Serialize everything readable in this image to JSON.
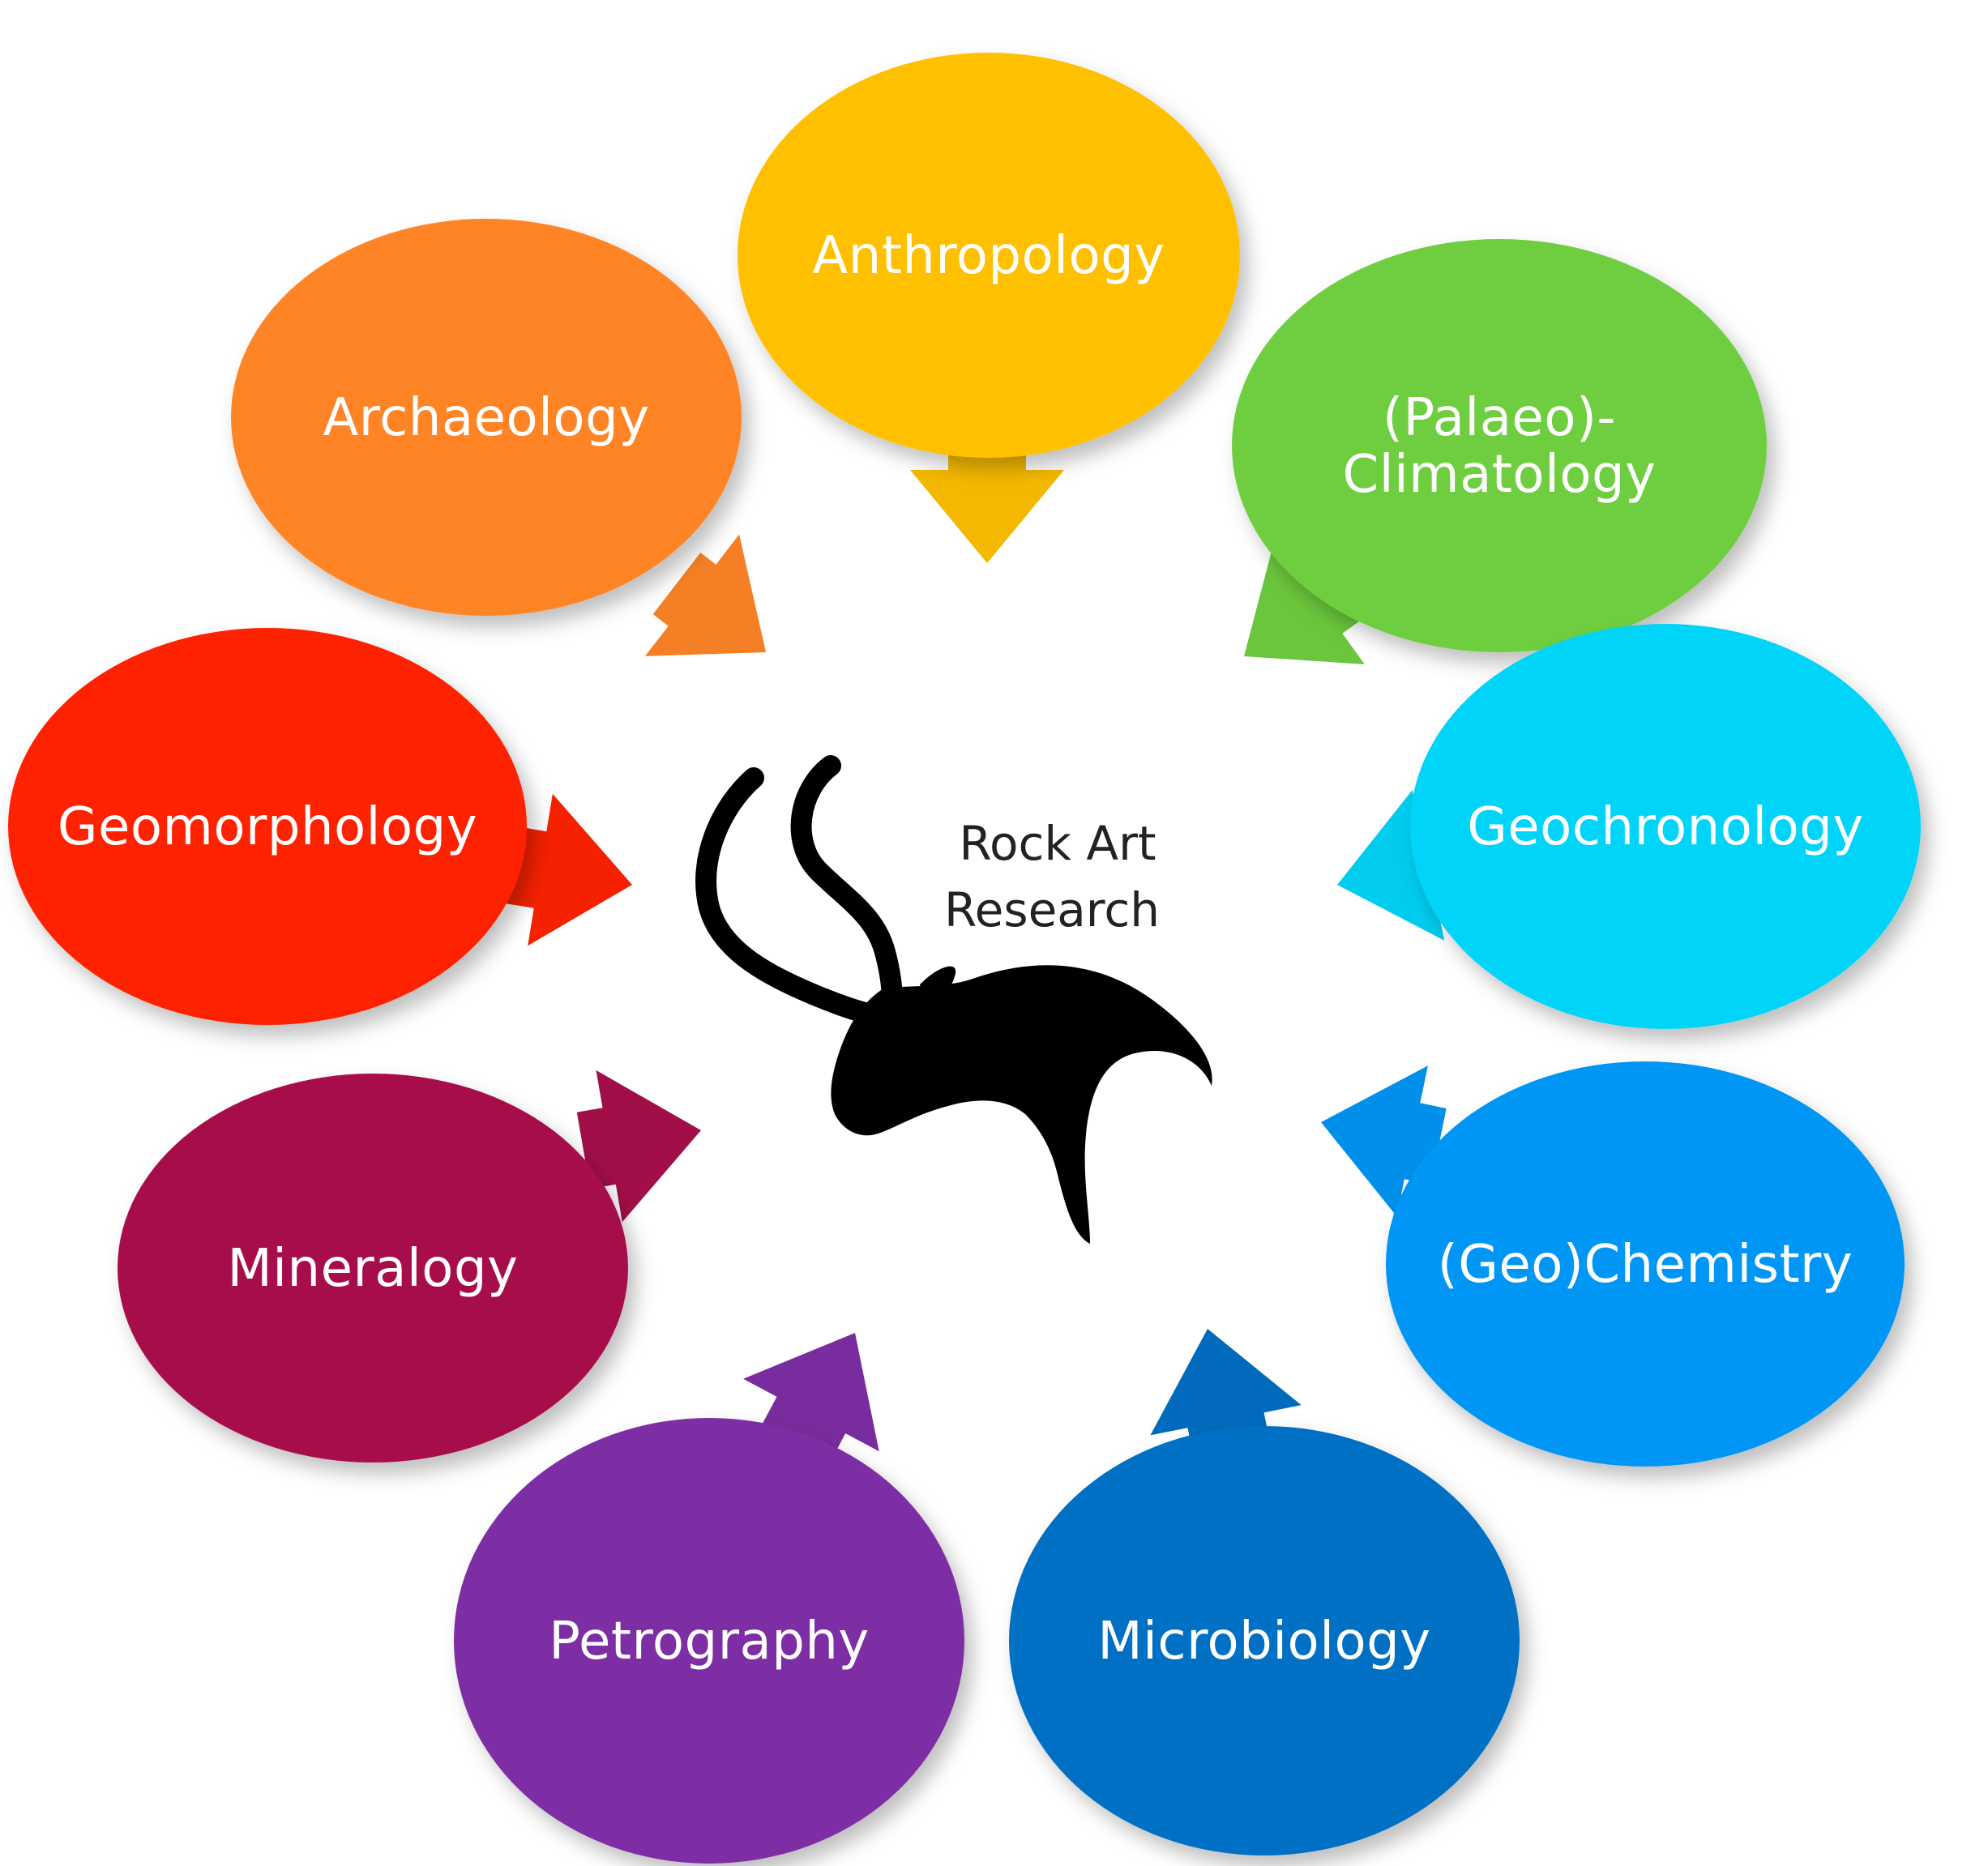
{
  "center": {
    "lines": [
      "Rock Art",
      "Research"
    ],
    "icon": "antelope-head-silhouette-icon",
    "icon_color": "#000000"
  },
  "nodes": [
    {
      "id": "anthropology",
      "lines": [
        "Anthropology"
      ],
      "color": "#FFC000"
    },
    {
      "id": "palaeo-climatology",
      "lines": [
        "(Palaeo)-",
        "Climatology"
      ],
      "color": "#6ECE3F"
    },
    {
      "id": "geochronology",
      "lines": [
        "Geochronology"
      ],
      "color": "#00D4F8"
    },
    {
      "id": "geochemistry",
      "lines": [
        "(Geo)Chemistry"
      ],
      "color": "#0096F5"
    },
    {
      "id": "microbiology",
      "lines": [
        "Microbiology"
      ],
      "color": "#006FC4"
    },
    {
      "id": "petrography",
      "lines": [
        "Petrography"
      ],
      "color": "#7E2EA4"
    },
    {
      "id": "mineralogy",
      "lines": [
        "Mineralogy"
      ],
      "color": "#A80F4B"
    },
    {
      "id": "geomorphology",
      "lines": [
        "Geomorphology"
      ],
      "color": "#FF2200"
    },
    {
      "id": "archaeology",
      "lines": [
        "Archaeology"
      ],
      "color": "#FF8426"
    }
  ],
  "arrow_direction": "inward"
}
